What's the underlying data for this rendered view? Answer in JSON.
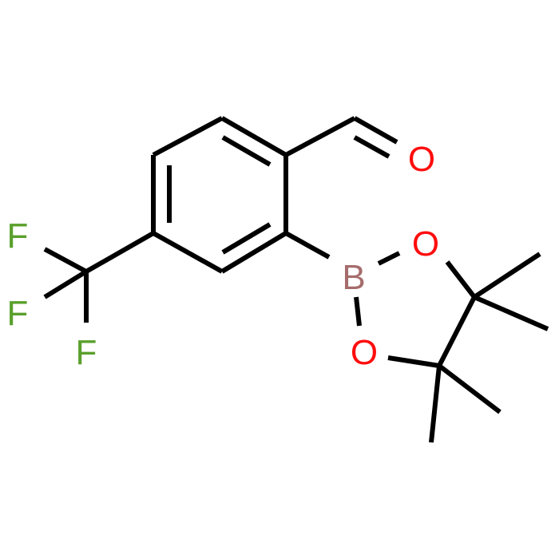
{
  "molecule": {
    "atoms": {
      "o_aldehyde": {
        "symbol": "O",
        "color": "#ff0d0d"
      },
      "b": {
        "symbol": "B",
        "color": "#a66c6c"
      },
      "o_ring_top": {
        "symbol": "O",
        "color": "#ff0d0d"
      },
      "o_ring_bottom": {
        "symbol": "O",
        "color": "#ff0d0d"
      },
      "f1": {
        "symbol": "F",
        "color": "#5aa02c"
      },
      "f2": {
        "symbol": "F",
        "color": "#5aa02c"
      },
      "f3": {
        "symbol": "F",
        "color": "#5aa02c"
      }
    },
    "bond_color": "#000000"
  }
}
